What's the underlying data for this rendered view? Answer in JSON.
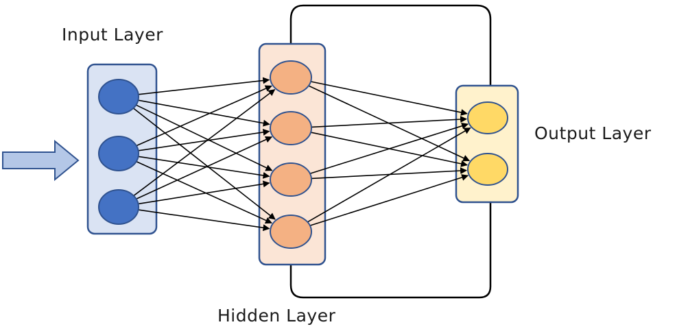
{
  "labels": {
    "input_layer": "Input Layer",
    "hidden_layer": "Hidden Layer",
    "output_layer": "Output Layer"
  },
  "layers": {
    "input": {
      "node_count": 3,
      "node_color": "#4472c4",
      "node_stroke": "#2f528f",
      "box_fill": "#dae3f3",
      "box_stroke": "#2f528f"
    },
    "hidden": {
      "node_count": 4,
      "node_color": "#f4b183",
      "node_stroke": "#2f528f",
      "box_fill": "#fbe5d6",
      "box_stroke": "#2f528f"
    },
    "output": {
      "node_count": 2,
      "node_color": "#ffd966",
      "node_stroke": "#2f528f",
      "box_fill": "#fff2cc",
      "box_stroke": "#2f528f"
    }
  },
  "connections": {
    "input_to_hidden": "fully-connected",
    "hidden_to_output": "fully-connected",
    "recurrent_feedback": "output-to-hidden"
  },
  "colors": {
    "input_arrow_fill": "#b4c7e7",
    "input_arrow_stroke": "#2f528f",
    "edge": "#000000"
  }
}
